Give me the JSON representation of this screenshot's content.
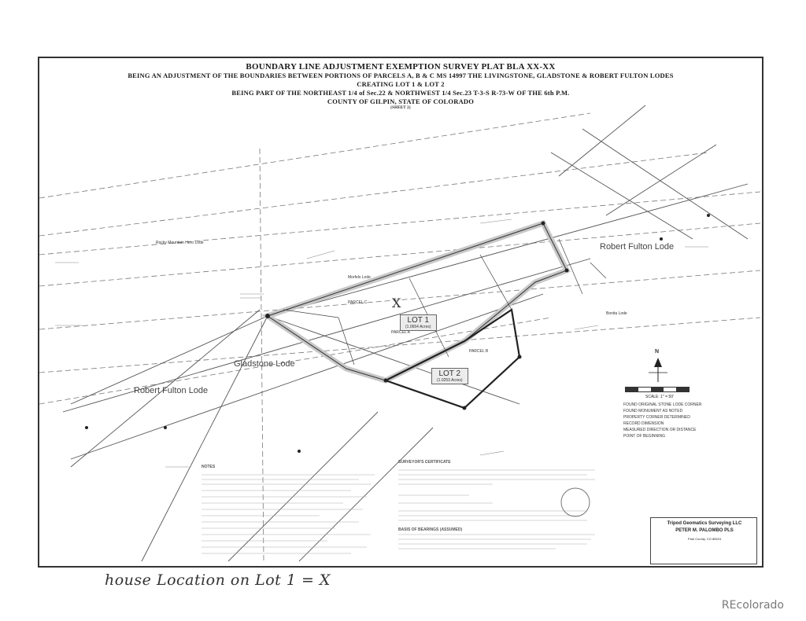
{
  "plat": {
    "title": "BOUNDARY LINE ADJUSTMENT EXEMPTION SURVEY PLAT BLA XX-XX",
    "subtitle_1": "BEING AN ADJUSTMENT OF THE BOUNDARIES BETWEEN PORTIONS OF PARCELS A, B & C MS 14997 THE LIVINGSTONE, GLADSTONE & ROBERT FULTON LODES",
    "subtitle_2": "CREATING LOT 1 & LOT 2",
    "subtitle_3": "BEING PART OF THE NORTHEAST 1/4 of Sec.22 & NORTHWEST 1/4 Sec.23 T-3-S R-73-W OF THE 6th P.M.",
    "subtitle_4": "COUNTY OF GILPIN, STATE OF COLORADO",
    "sheet_note": "(SHEET 2)"
  },
  "map": {
    "lodes": {
      "gladstone": "Gladstone Lode",
      "robert_fulton_left": "Robert Fulton Lode",
      "robert_fulton_right": "Robert Fulton Lode",
      "rocky_mountain_hero": "Rocky Mountain Hero Lode",
      "morfels": "Morfels Lode",
      "bonita": "Bonita Lode"
    },
    "parcel_labels": {
      "parcel_c": "PARCEL C",
      "parcel_a": "PARCEL A",
      "parcel_b": "PARCEL B"
    },
    "lots": {
      "lot1": "LOT 1",
      "lot1_area": "(1.0654 Acres)",
      "lot2": "LOT 2",
      "lot2_area": "(1.0253 Acres)"
    },
    "lot_marker": "X",
    "north_arrow": "N"
  },
  "legend": {
    "scale": "SCALE: 1\" = 50'",
    "items": [
      "FOUND ORIGINAL STONE LODE CORNER",
      "FOUND MONUMENT AS NOTED",
      "PROPERTY CORNER DETERMINED",
      "RECORD DIMENSION",
      "MEASURED DIRECTION OR DISTANCE",
      "POINT OF BEGINNING"
    ]
  },
  "sections": {
    "notes_heading": "NOTES",
    "surveyor_heading": "SURVEYOR'S CERTIFICATE",
    "bearing_heading": "BASIS OF BEARINGS (ASSUMED)"
  },
  "title_block": {
    "firm": "Tripod Geomatics Surveying LLC",
    "surveyor": "PETER M. PALOMBO PLS",
    "city": "Park County, CO 80524"
  },
  "annotation": "house Location on Lot 1 = X",
  "watermark": "REcolorado"
}
